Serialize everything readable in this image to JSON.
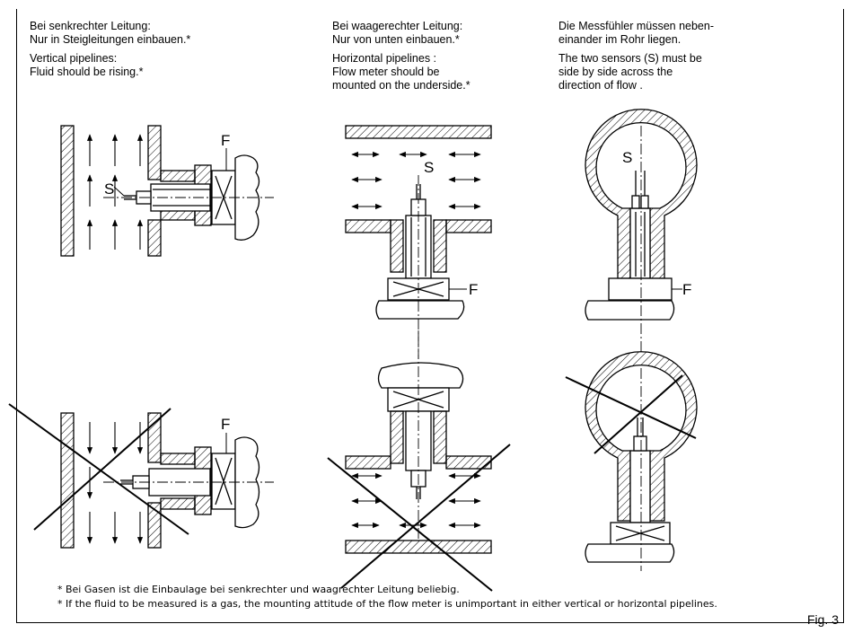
{
  "columns": [
    {
      "de": "Bei senkrechter Leitung:\nNur in Steigleitungen einbauen.*",
      "en": "Vertical pipelines:\nFluid should be rising.*"
    },
    {
      "de": "Bei waagerechter Leitung:\nNur von unten einbauen.*",
      "en": "Horizontal pipelines :\nFlow meter should be\nmounted on the underside.*"
    },
    {
      "de": "Die Messfühler müssen neben-\neinander im Rohr liegen.",
      "en": "The two sensors (S) must be\nside by side across the\ndirection of flow ."
    }
  ],
  "labels": {
    "sensor": "S",
    "flange": "F"
  },
  "footnotes": {
    "de": "* Bei Gasen ist die Einbaulage bei senkrechter und waagrechter Leitung beliebig.",
    "en": "* If the fluid to be measured is a gas, the mounting attitude of the flow meter is unimportant in either vertical or horizontal pipelines."
  },
  "figure_label": "Fig. 3"
}
